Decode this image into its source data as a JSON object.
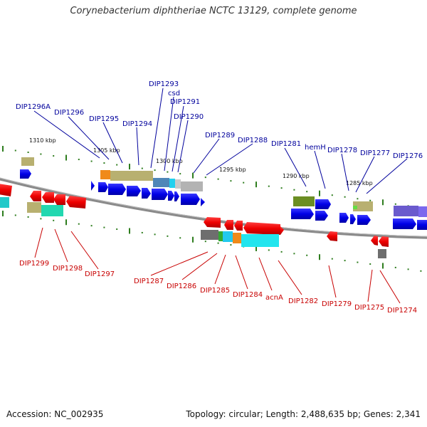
{
  "title": "Corynebacterium diphtheriae NCTC 13129, complete genome",
  "footer": {
    "accession": "Accession: NC_002935",
    "summary": "Topology: circular; Length: 2,488,635 bp; Genes: 2,341"
  },
  "colors": {
    "forward_label": "#00009c",
    "reverse_label": "#c80000",
    "backbone": "#888888",
    "tick": "#2e7d1e"
  },
  "scale_labels": [
    "1310 kbp",
    "1305 kbp",
    "1300 kbp",
    "1295 kbp",
    "1290 kbp",
    "1285 kbp"
  ],
  "forward_genes": [
    "DIP1296A",
    "DIP1296",
    "DIP1295",
    "DIP1294",
    "DIP1293",
    "csd",
    "DIP1291",
    "DIP1290",
    "DIP1289",
    "DIP1288",
    "DIP1281",
    "hemH",
    "DIP1278",
    "DIP1277",
    "DIP1276"
  ],
  "reverse_genes": [
    "DIP1299",
    "DIP1298",
    "DIP1297",
    "DIP1287",
    "DIP1286",
    "DIP1285",
    "DIP1284",
    "acnA",
    "DIP1282",
    "DIP1279",
    "DIP1275",
    "DIP1274"
  ]
}
